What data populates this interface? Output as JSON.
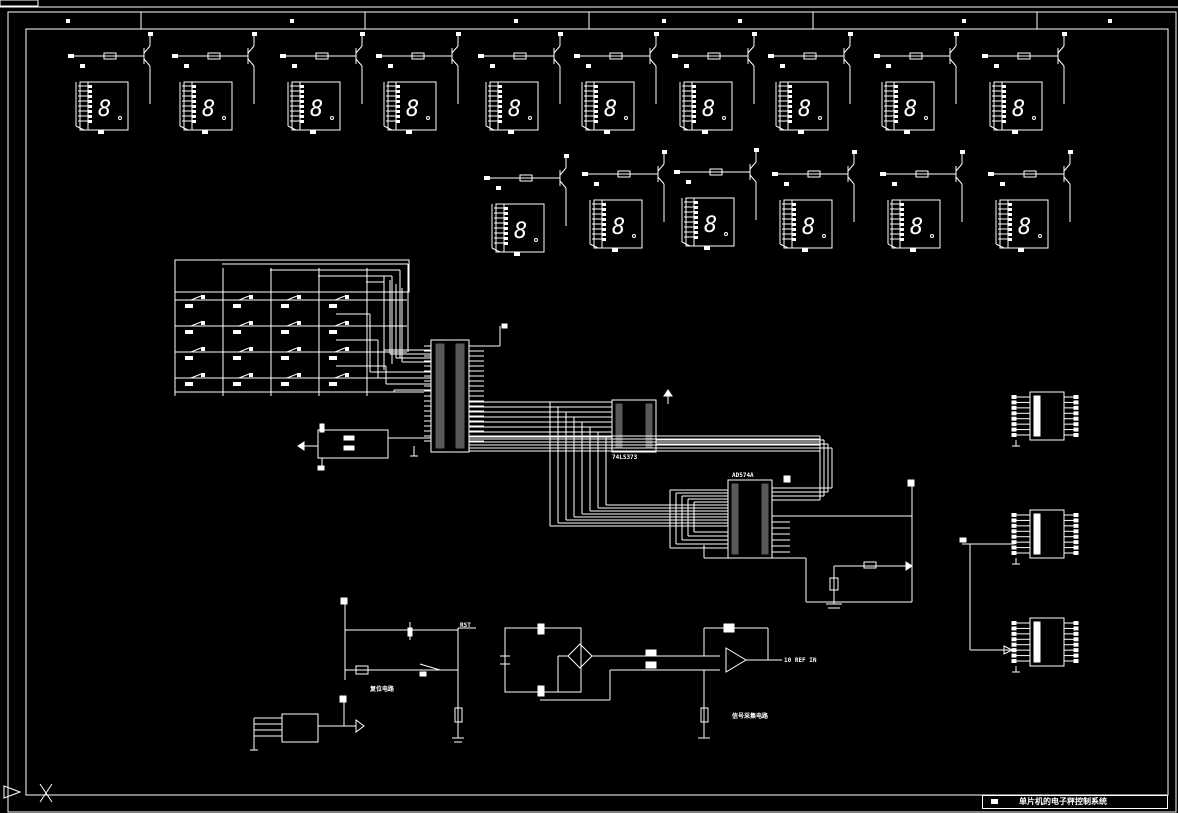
{
  "colors": {
    "background": "#000000",
    "wire": "#ffffff"
  },
  "labels": {
    "latch_chip": "74LS373",
    "adc_chip": "AD574A",
    "rst_pin": "RST",
    "ref_in": "10 REF IN",
    "reset_circuit": "复位电路",
    "signal_circuit": "信号采集电路"
  },
  "displays": {
    "digit": "8",
    "row1_count": 10,
    "row2_count": 6
  },
  "keypad": {
    "rows": 4,
    "cols": 4
  },
  "title_block": {
    "title": "单片机的电子秤控制系统"
  },
  "icons": {
    "ucs": "ucs-axis-icon"
  }
}
